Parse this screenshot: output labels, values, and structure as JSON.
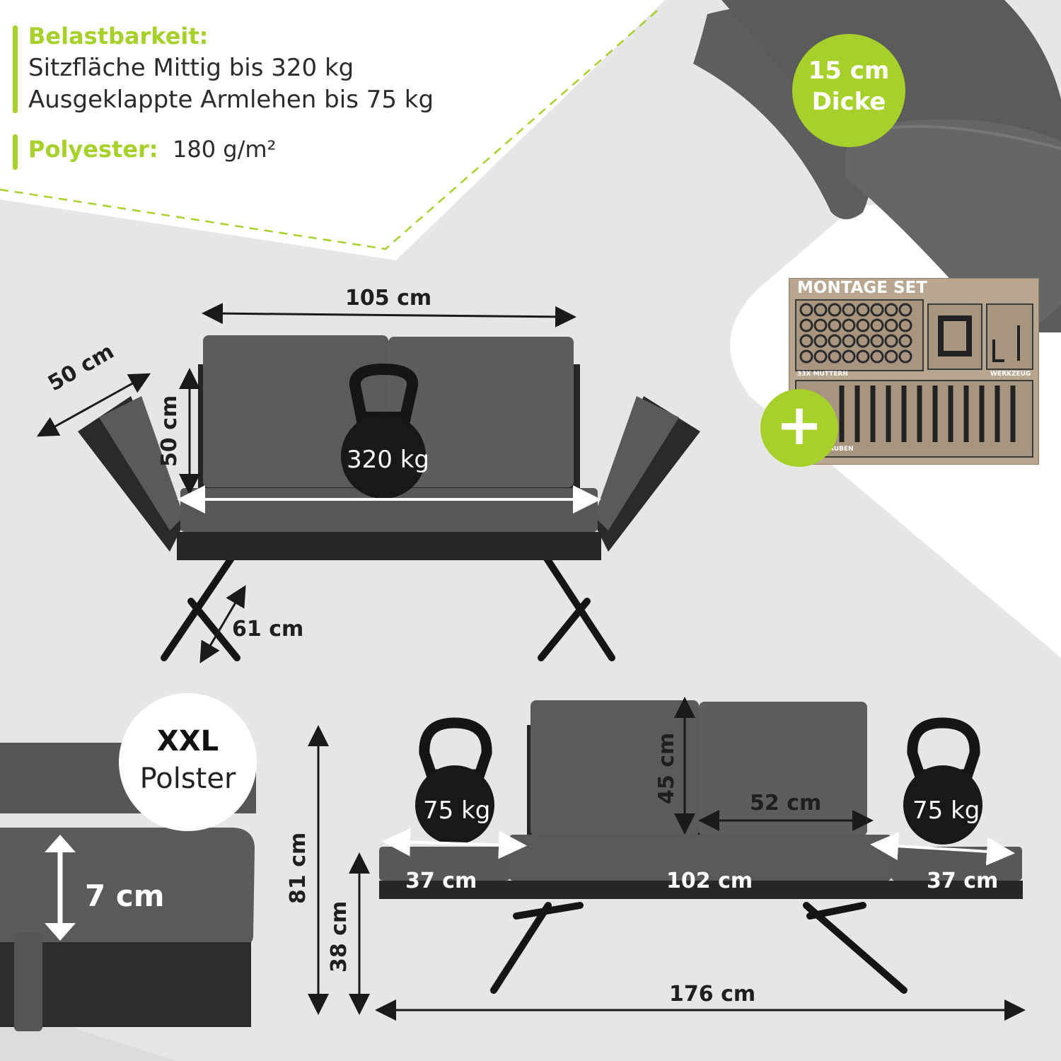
{
  "specs": {
    "load_title": "Belastbarkeit:",
    "load_line1": "Sitzfläche Mittig bis 320 kg",
    "load_line2": "Ausgeklappte Armlehen bis 75 kg",
    "fabric_label": "Polyester:",
    "fabric_value": "180 g/m²"
  },
  "badges": {
    "thickness_line1": "15 cm",
    "thickness_line2": "Dicke",
    "xxl_line1": "XXL",
    "xxl_line2": "Polster"
  },
  "montage_set": {
    "title": "MONTAGE SET",
    "nuts_label": "33X MUTTERN",
    "tools_label": "WERKZEUG",
    "screws_label": "AUBEN",
    "plus_symbol": "+"
  },
  "top_view": {
    "width": "105 cm",
    "arm_depth": "50 cm",
    "back_height": "50 cm",
    "depth": "61 cm",
    "center_load": "320 kg"
  },
  "cushion_detail": {
    "thickness": "7 cm"
  },
  "front_view": {
    "total_height": "81 cm",
    "seat_height": "38 cm",
    "backrest_height": "45 cm",
    "backrest_width": "52 cm",
    "arm_left": "37 cm",
    "seat_width": "102 cm",
    "arm_right": "37 cm",
    "total_width": "176 cm",
    "left_load": "75 kg",
    "right_load": "75 kg"
  },
  "colors": {
    "accent": "#a6d12b",
    "cushion": "#585858",
    "frame": "#1e1e1e"
  }
}
